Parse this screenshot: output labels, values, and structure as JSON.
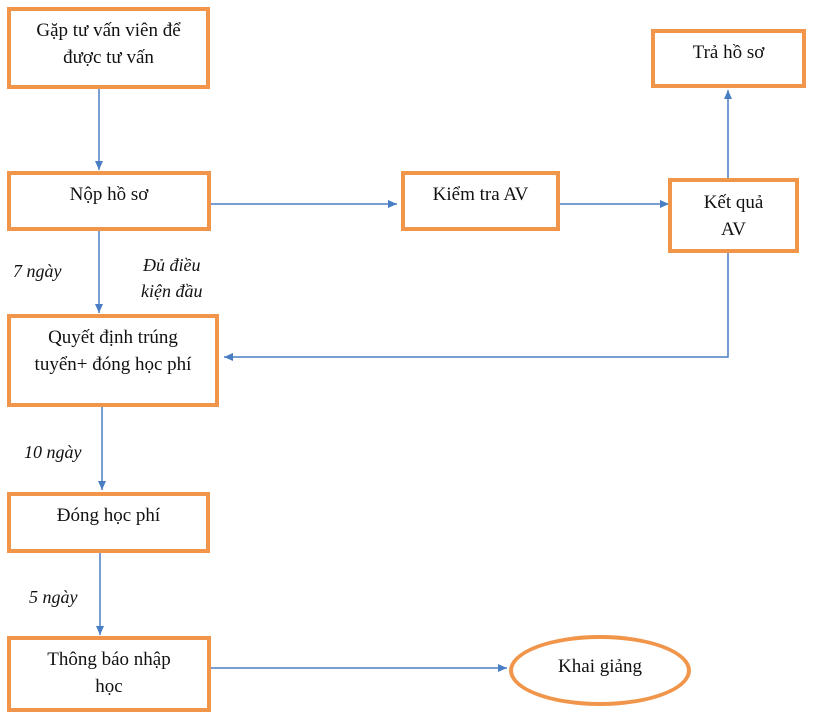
{
  "nodes": {
    "consult": {
      "lines": [
        "Gặp tư vấn viên để",
        "được tư vấn"
      ]
    },
    "submit": {
      "lines": [
        "Nộp hồ sơ"
      ]
    },
    "english_test": {
      "lines": [
        "Kiểm tra AV"
      ]
    },
    "english_result": {
      "lines": [
        "Kết quả",
        "AV"
      ]
    },
    "return_docs": {
      "lines": [
        "Trả hồ sơ"
      ]
    },
    "admission": {
      "lines": [
        "Quyết định trúng",
        "tuyển+ đóng học phí"
      ]
    },
    "pay_fee": {
      "lines": [
        "Đóng học phí"
      ]
    },
    "enroll_notice": {
      "lines": [
        "Thông báo nhập",
        "học"
      ]
    },
    "opening": {
      "lines": [
        "Khai giảng"
      ]
    }
  },
  "edge_labels": {
    "seven_days": "7 ngày",
    "qualified": [
      "Đủ điều",
      "kiện đầu"
    ],
    "ten_days": "10 ngày",
    "five_days": "5 ngày"
  },
  "colors": {
    "box_border": "#F0954A",
    "arrow": "#4A7EC4",
    "text": "#111111"
  }
}
